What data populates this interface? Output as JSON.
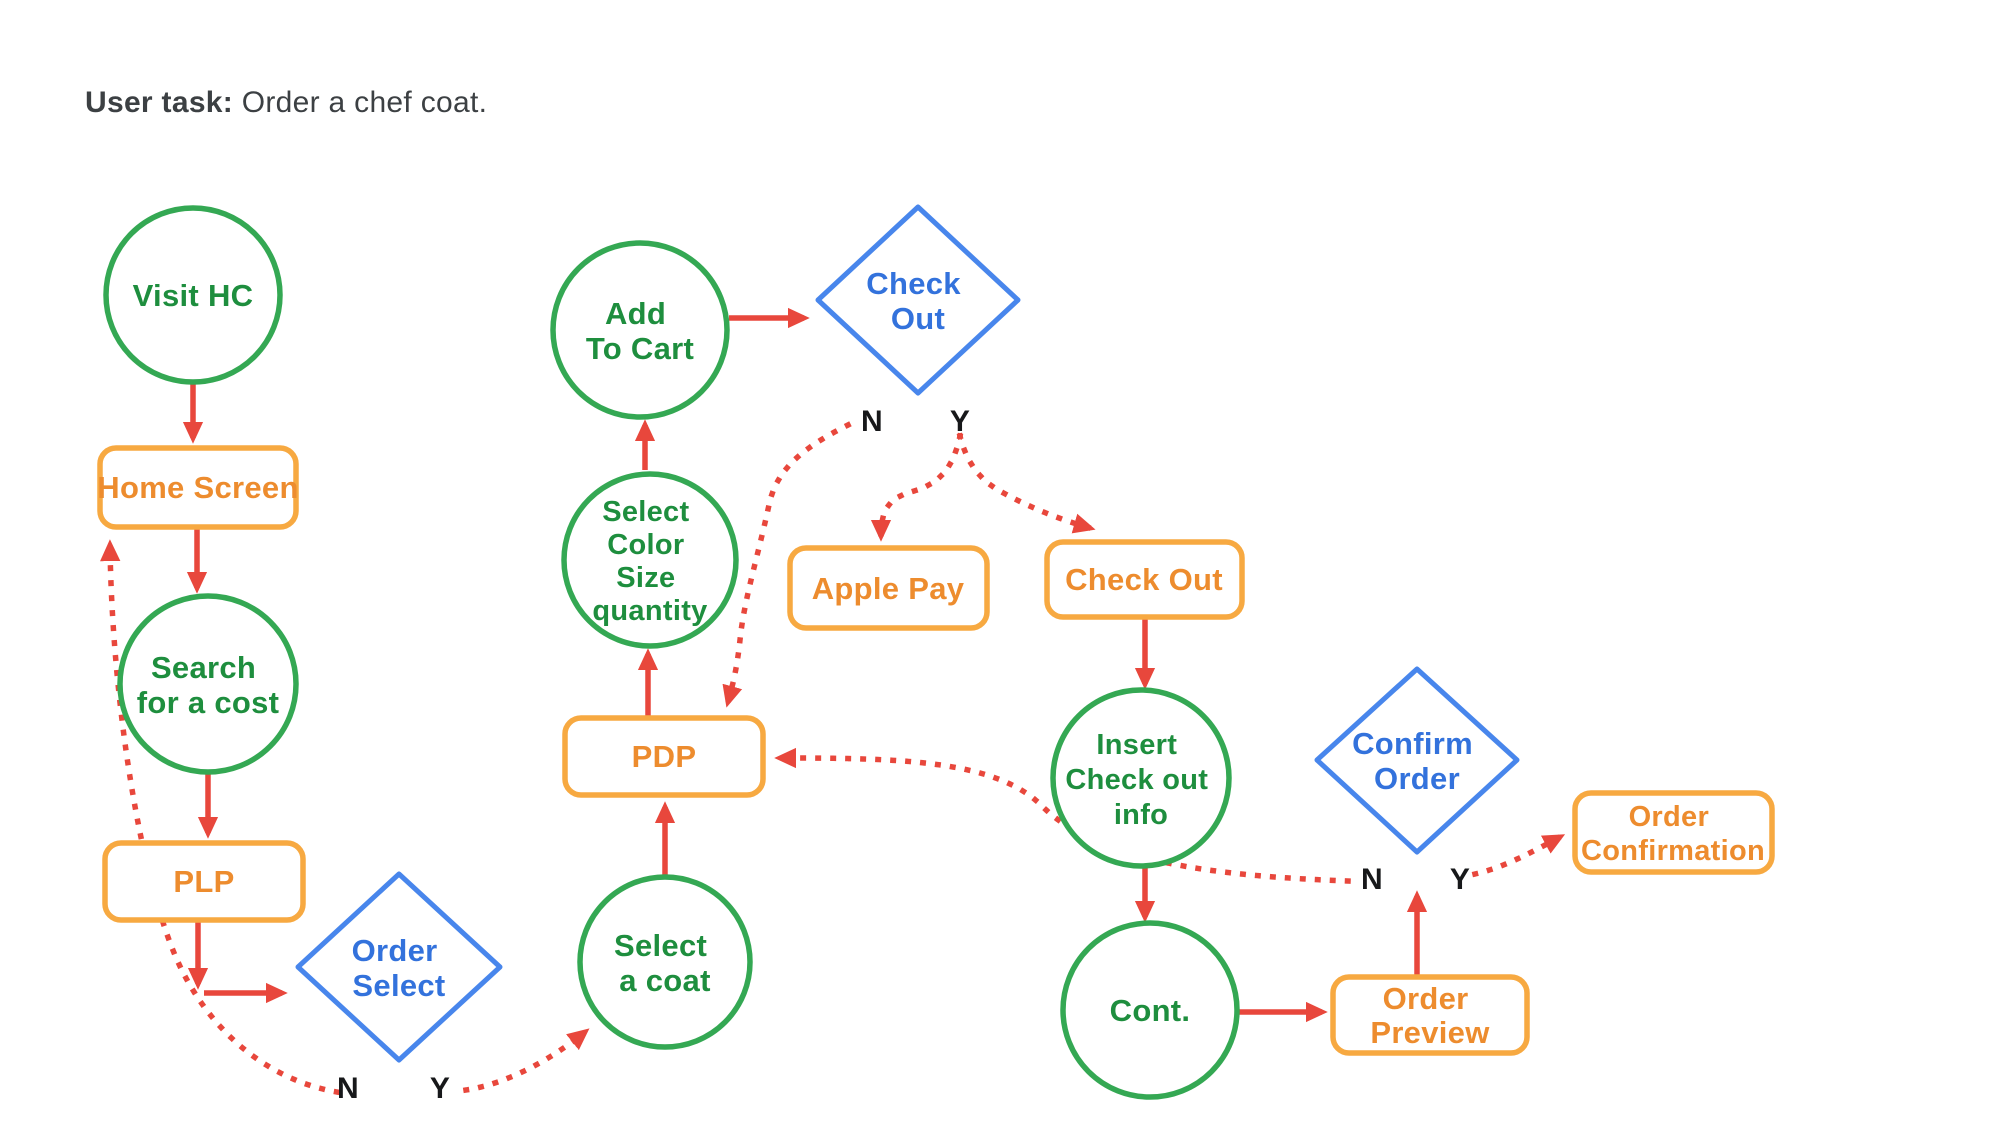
{
  "title": {
    "prefix": "User task:",
    "rest": " Order a chef coat."
  },
  "colors": {
    "process_stroke": "#34A853",
    "process_text": "#1E8E3E",
    "screen_stroke": "#F7A941",
    "screen_text": "#ED8C2E",
    "decision_stroke": "#4886EC",
    "decision_text": "#3372DC",
    "arrow": "#E8473C",
    "title_text": "#3C4043",
    "branch_label_text": "#17181A",
    "background": "#FFFFFF"
  },
  "nodes": {
    "visit_hc": {
      "type": "process",
      "lines": [
        "Visit HC"
      ]
    },
    "home_screen": {
      "type": "screen",
      "lines": [
        "Home Screen"
      ]
    },
    "search_for_a_cost": {
      "type": "process",
      "lines": [
        "Search",
        "for a cost"
      ]
    },
    "plp": {
      "type": "screen",
      "lines": [
        "PLP"
      ]
    },
    "order_select": {
      "type": "decision",
      "lines": [
        "Order",
        "Select"
      ],
      "no": "N",
      "yes": "Y"
    },
    "select_a_coat": {
      "type": "process",
      "lines": [
        "Select",
        "a coat"
      ]
    },
    "pdp": {
      "type": "screen",
      "lines": [
        "PDP"
      ]
    },
    "select_color_size_quantity": {
      "type": "process",
      "lines": [
        "Select",
        "Color",
        "Size",
        "quantity"
      ]
    },
    "add_to_cart": {
      "type": "process",
      "lines": [
        "Add",
        "To Cart"
      ]
    },
    "check_out_decision": {
      "type": "decision",
      "lines": [
        "Check",
        "Out"
      ],
      "no": "N",
      "yes": "Y"
    },
    "apple_pay": {
      "type": "screen",
      "lines": [
        "Apple Pay"
      ]
    },
    "check_out_screen": {
      "type": "screen",
      "lines": [
        "Check Out"
      ]
    },
    "insert_check_out_info": {
      "type": "process",
      "lines": [
        "Insert",
        "Check out",
        "info"
      ]
    },
    "cont": {
      "type": "process",
      "lines": [
        "Cont."
      ]
    },
    "order_preview": {
      "type": "screen",
      "lines": [
        "Order",
        "Preview"
      ]
    },
    "confirm_order": {
      "type": "decision",
      "lines": [
        "Confirm",
        "Order"
      ],
      "no": "N",
      "yes": "Y"
    },
    "order_confirmation": {
      "type": "screen",
      "lines": [
        "Order",
        "Confirmation"
      ]
    }
  },
  "edges": [
    {
      "from": "visit_hc",
      "to": "home_screen",
      "style": "solid"
    },
    {
      "from": "home_screen",
      "to": "search_for_a_cost",
      "style": "solid"
    },
    {
      "from": "search_for_a_cost",
      "to": "plp",
      "style": "solid"
    },
    {
      "from": "plp",
      "to": "order_select",
      "style": "solid"
    },
    {
      "from": "order_select",
      "to": "home_screen",
      "style": "dotted",
      "label": "N"
    },
    {
      "from": "order_select",
      "to": "select_a_coat",
      "style": "dotted",
      "label": "Y"
    },
    {
      "from": "select_a_coat",
      "to": "pdp",
      "style": "solid"
    },
    {
      "from": "pdp",
      "to": "select_color_size_quantity",
      "style": "solid"
    },
    {
      "from": "select_color_size_quantity",
      "to": "add_to_cart",
      "style": "solid"
    },
    {
      "from": "add_to_cart",
      "to": "check_out_decision",
      "style": "solid"
    },
    {
      "from": "check_out_decision",
      "to": "pdp",
      "style": "dotted",
      "label": "N"
    },
    {
      "from": "check_out_decision",
      "to": "apple_pay",
      "style": "dotted",
      "label": "Y"
    },
    {
      "from": "check_out_decision",
      "to": "check_out_screen",
      "style": "dotted",
      "label": "Y"
    },
    {
      "from": "check_out_screen",
      "to": "insert_check_out_info",
      "style": "solid"
    },
    {
      "from": "insert_check_out_info",
      "to": "cont",
      "style": "solid"
    },
    {
      "from": "cont",
      "to": "order_preview",
      "style": "solid"
    },
    {
      "from": "order_preview",
      "to": "confirm_order",
      "style": "solid"
    },
    {
      "from": "confirm_order",
      "to": "pdp",
      "style": "dotted",
      "label": "N"
    },
    {
      "from": "confirm_order",
      "to": "order_confirmation",
      "style": "dotted",
      "label": "Y"
    }
  ]
}
